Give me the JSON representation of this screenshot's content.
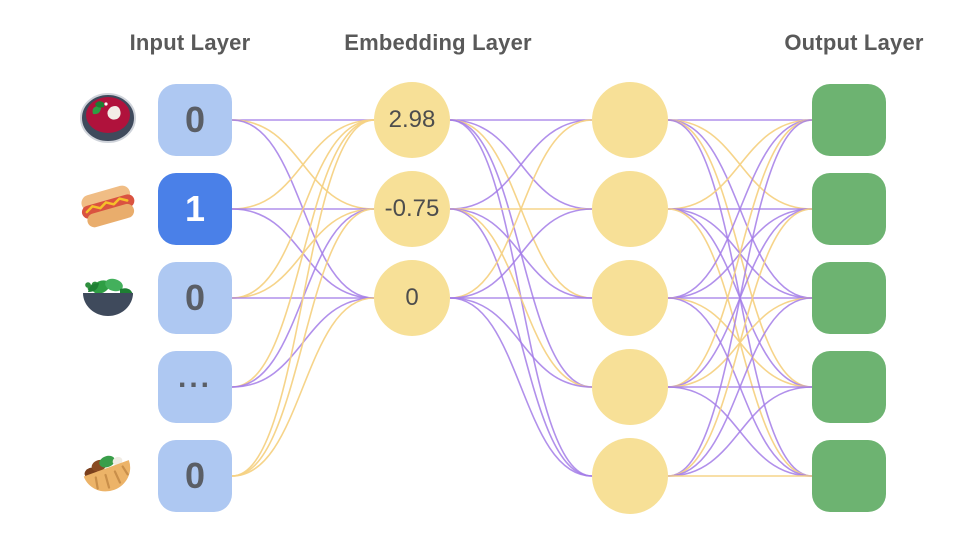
{
  "titles": {
    "input": "Input Layer",
    "embedding": "Embedding Layer",
    "output": "Output Layer"
  },
  "palette": {
    "input_box": "#aec8f2",
    "input_box_active": "#4a80e8",
    "input_label": "#5a5e66",
    "input_label_active": "#ffffff",
    "node_yellow": "#f7e097",
    "node_green": "#6db371",
    "edge_purple": "#a37de8",
    "edge_yellow": "#f6d284",
    "title_text": "#595959",
    "circle_label": "#4d4d4d"
  },
  "network": {
    "input_nodes": [
      {
        "label": "0",
        "icon": "soup-icon",
        "active": false
      },
      {
        "label": "1",
        "icon": "hot-dog-icon",
        "active": true
      },
      {
        "label": "0",
        "icon": "salad-icon",
        "active": false
      },
      {
        "label": "...",
        "icon": null,
        "active": false
      },
      {
        "label": "0",
        "icon": "pita-icon",
        "active": false
      }
    ],
    "embedding_nodes": [
      {
        "label": "2.98"
      },
      {
        "label": "-0.75"
      },
      {
        "label": "0"
      }
    ],
    "hidden_nodes": [
      {
        "label": ""
      },
      {
        "label": ""
      },
      {
        "label": ""
      },
      {
        "label": ""
      },
      {
        "label": ""
      }
    ],
    "output_nodes": [
      {
        "label": ""
      },
      {
        "label": ""
      },
      {
        "label": ""
      },
      {
        "label": ""
      },
      {
        "label": ""
      }
    ],
    "edges": {
      "input_to_embedding": [
        [
          "purple",
          "yellow",
          "purple"
        ],
        [
          "yellow",
          "purple",
          "purple"
        ],
        [
          "yellow",
          "yellow",
          "purple"
        ],
        [
          "yellow",
          "purple",
          "purple"
        ],
        [
          "yellow",
          "yellow",
          "yellow"
        ]
      ],
      "embedding_to_hidden": [
        [
          "purple",
          "purple",
          "yellow",
          "purple",
          "purple"
        ],
        [
          "purple",
          "yellow",
          "purple",
          "yellow",
          "purple"
        ],
        [
          "yellow",
          "purple",
          "purple",
          "purple",
          "purple"
        ]
      ],
      "hidden_to_output": [
        [
          "purple",
          "yellow",
          "purple",
          "yellow",
          "purple"
        ],
        [
          "yellow",
          "purple",
          "purple",
          "purple",
          "yellow"
        ],
        [
          "purple",
          "purple",
          "purple",
          "yellow",
          "purple"
        ],
        [
          "yellow",
          "purple",
          "yellow",
          "purple",
          "purple"
        ],
        [
          "purple",
          "yellow",
          "purple",
          "purple",
          "yellow"
        ]
      ]
    }
  }
}
